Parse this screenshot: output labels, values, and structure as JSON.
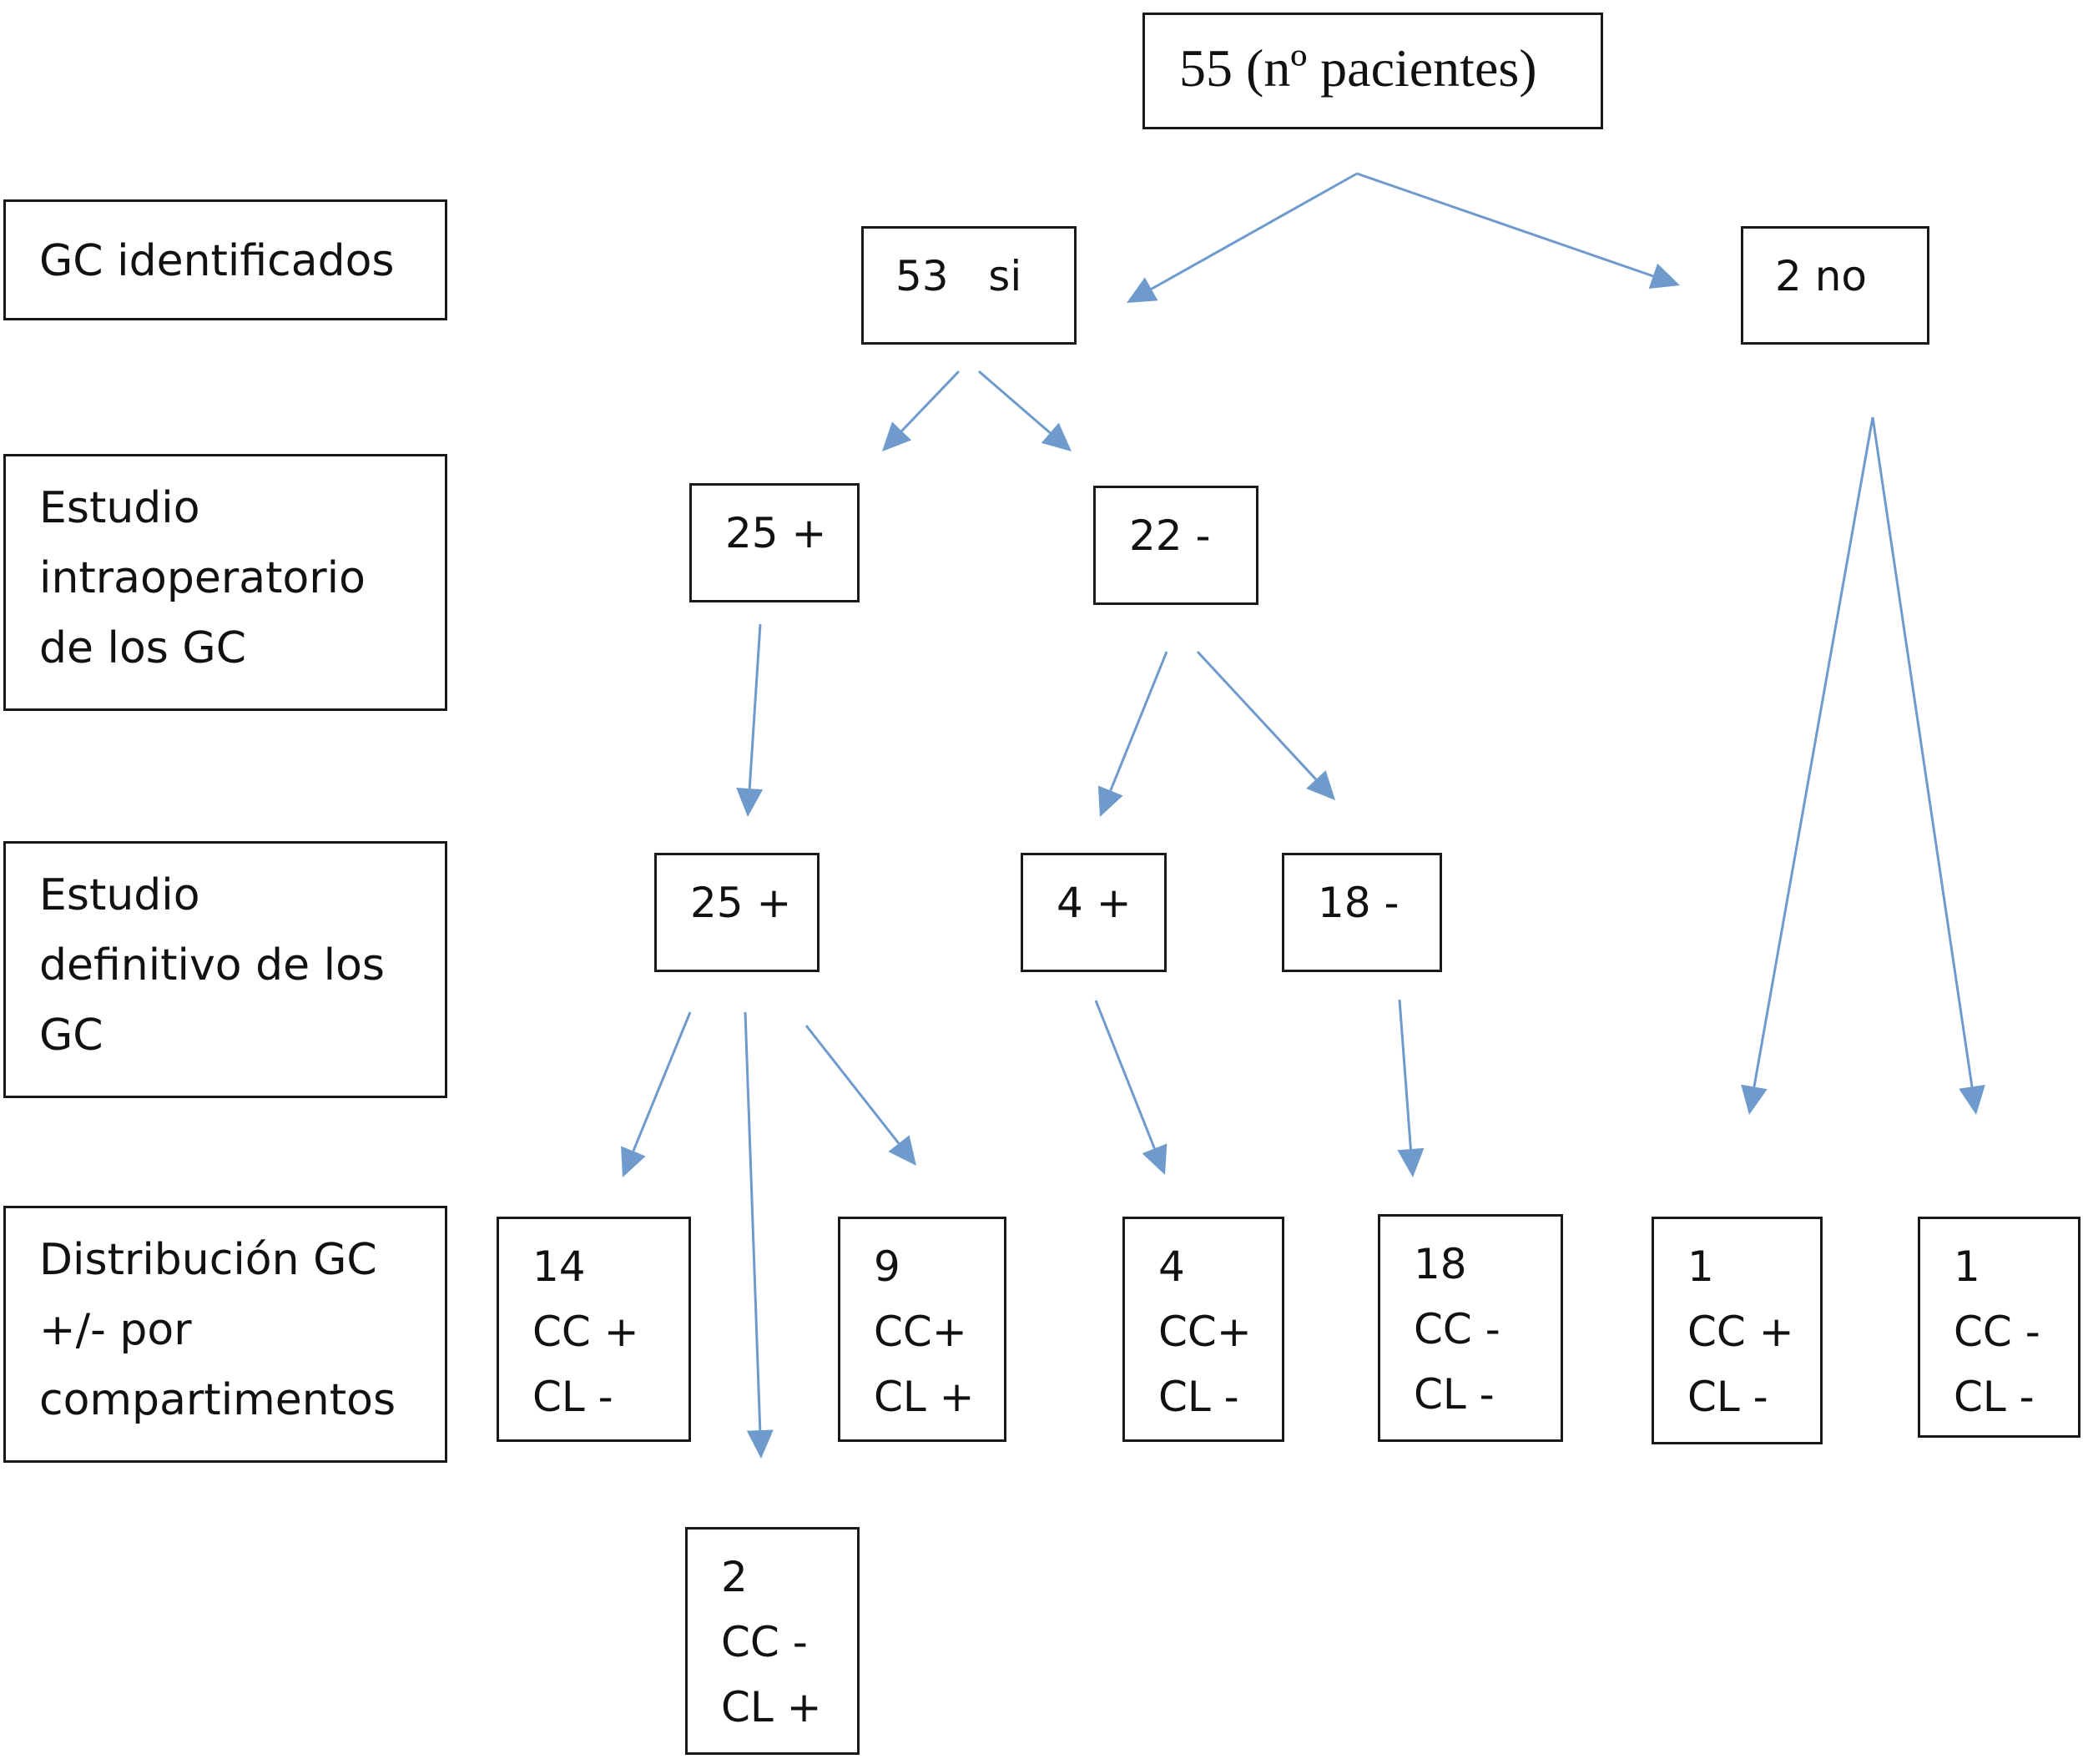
{
  "root": {
    "label": "55 (nº pacientes)"
  },
  "categories": [
    {
      "lines": [
        "GC identificados"
      ]
    },
    {
      "lines": [
        "Estudio",
        "intraoperatorio",
        "de los GC"
      ]
    },
    {
      "lines": [
        "Estudio",
        "definitivo de los",
        "GC"
      ]
    },
    {
      "lines": [
        "Distribución GC",
        "+/- por",
        "compartimentos"
      ]
    }
  ],
  "level1": {
    "si": "53   si",
    "no": "2 no"
  },
  "level2": {
    "intra_pos": "25 +",
    "intra_neg": "22 -"
  },
  "level3": {
    "def_pos_a": "25 +",
    "def_pos_b": "4 +",
    "def_neg": "18 -"
  },
  "distribution": [
    {
      "count": "14",
      "cc": "CC +",
      "cl": "CL -"
    },
    {
      "count": "2",
      "cc": "CC -",
      "cl": "CL +"
    },
    {
      "count": "9",
      "cc": "CC+",
      "cl": "CL +"
    },
    {
      "count": "4",
      "cc": "CC+",
      "cl": "CL -"
    },
    {
      "count": "18",
      "cc": "CC -",
      "cl": "CL -"
    },
    {
      "count": "1",
      "cc": "CC +",
      "cl": "CL -"
    },
    {
      "count": "1",
      "cc": "CC -",
      "cl": "CL -"
    }
  ],
  "colors": {
    "arrow": "#6e9bcc",
    "border": "#1a1a1a",
    "text": "#111111"
  }
}
